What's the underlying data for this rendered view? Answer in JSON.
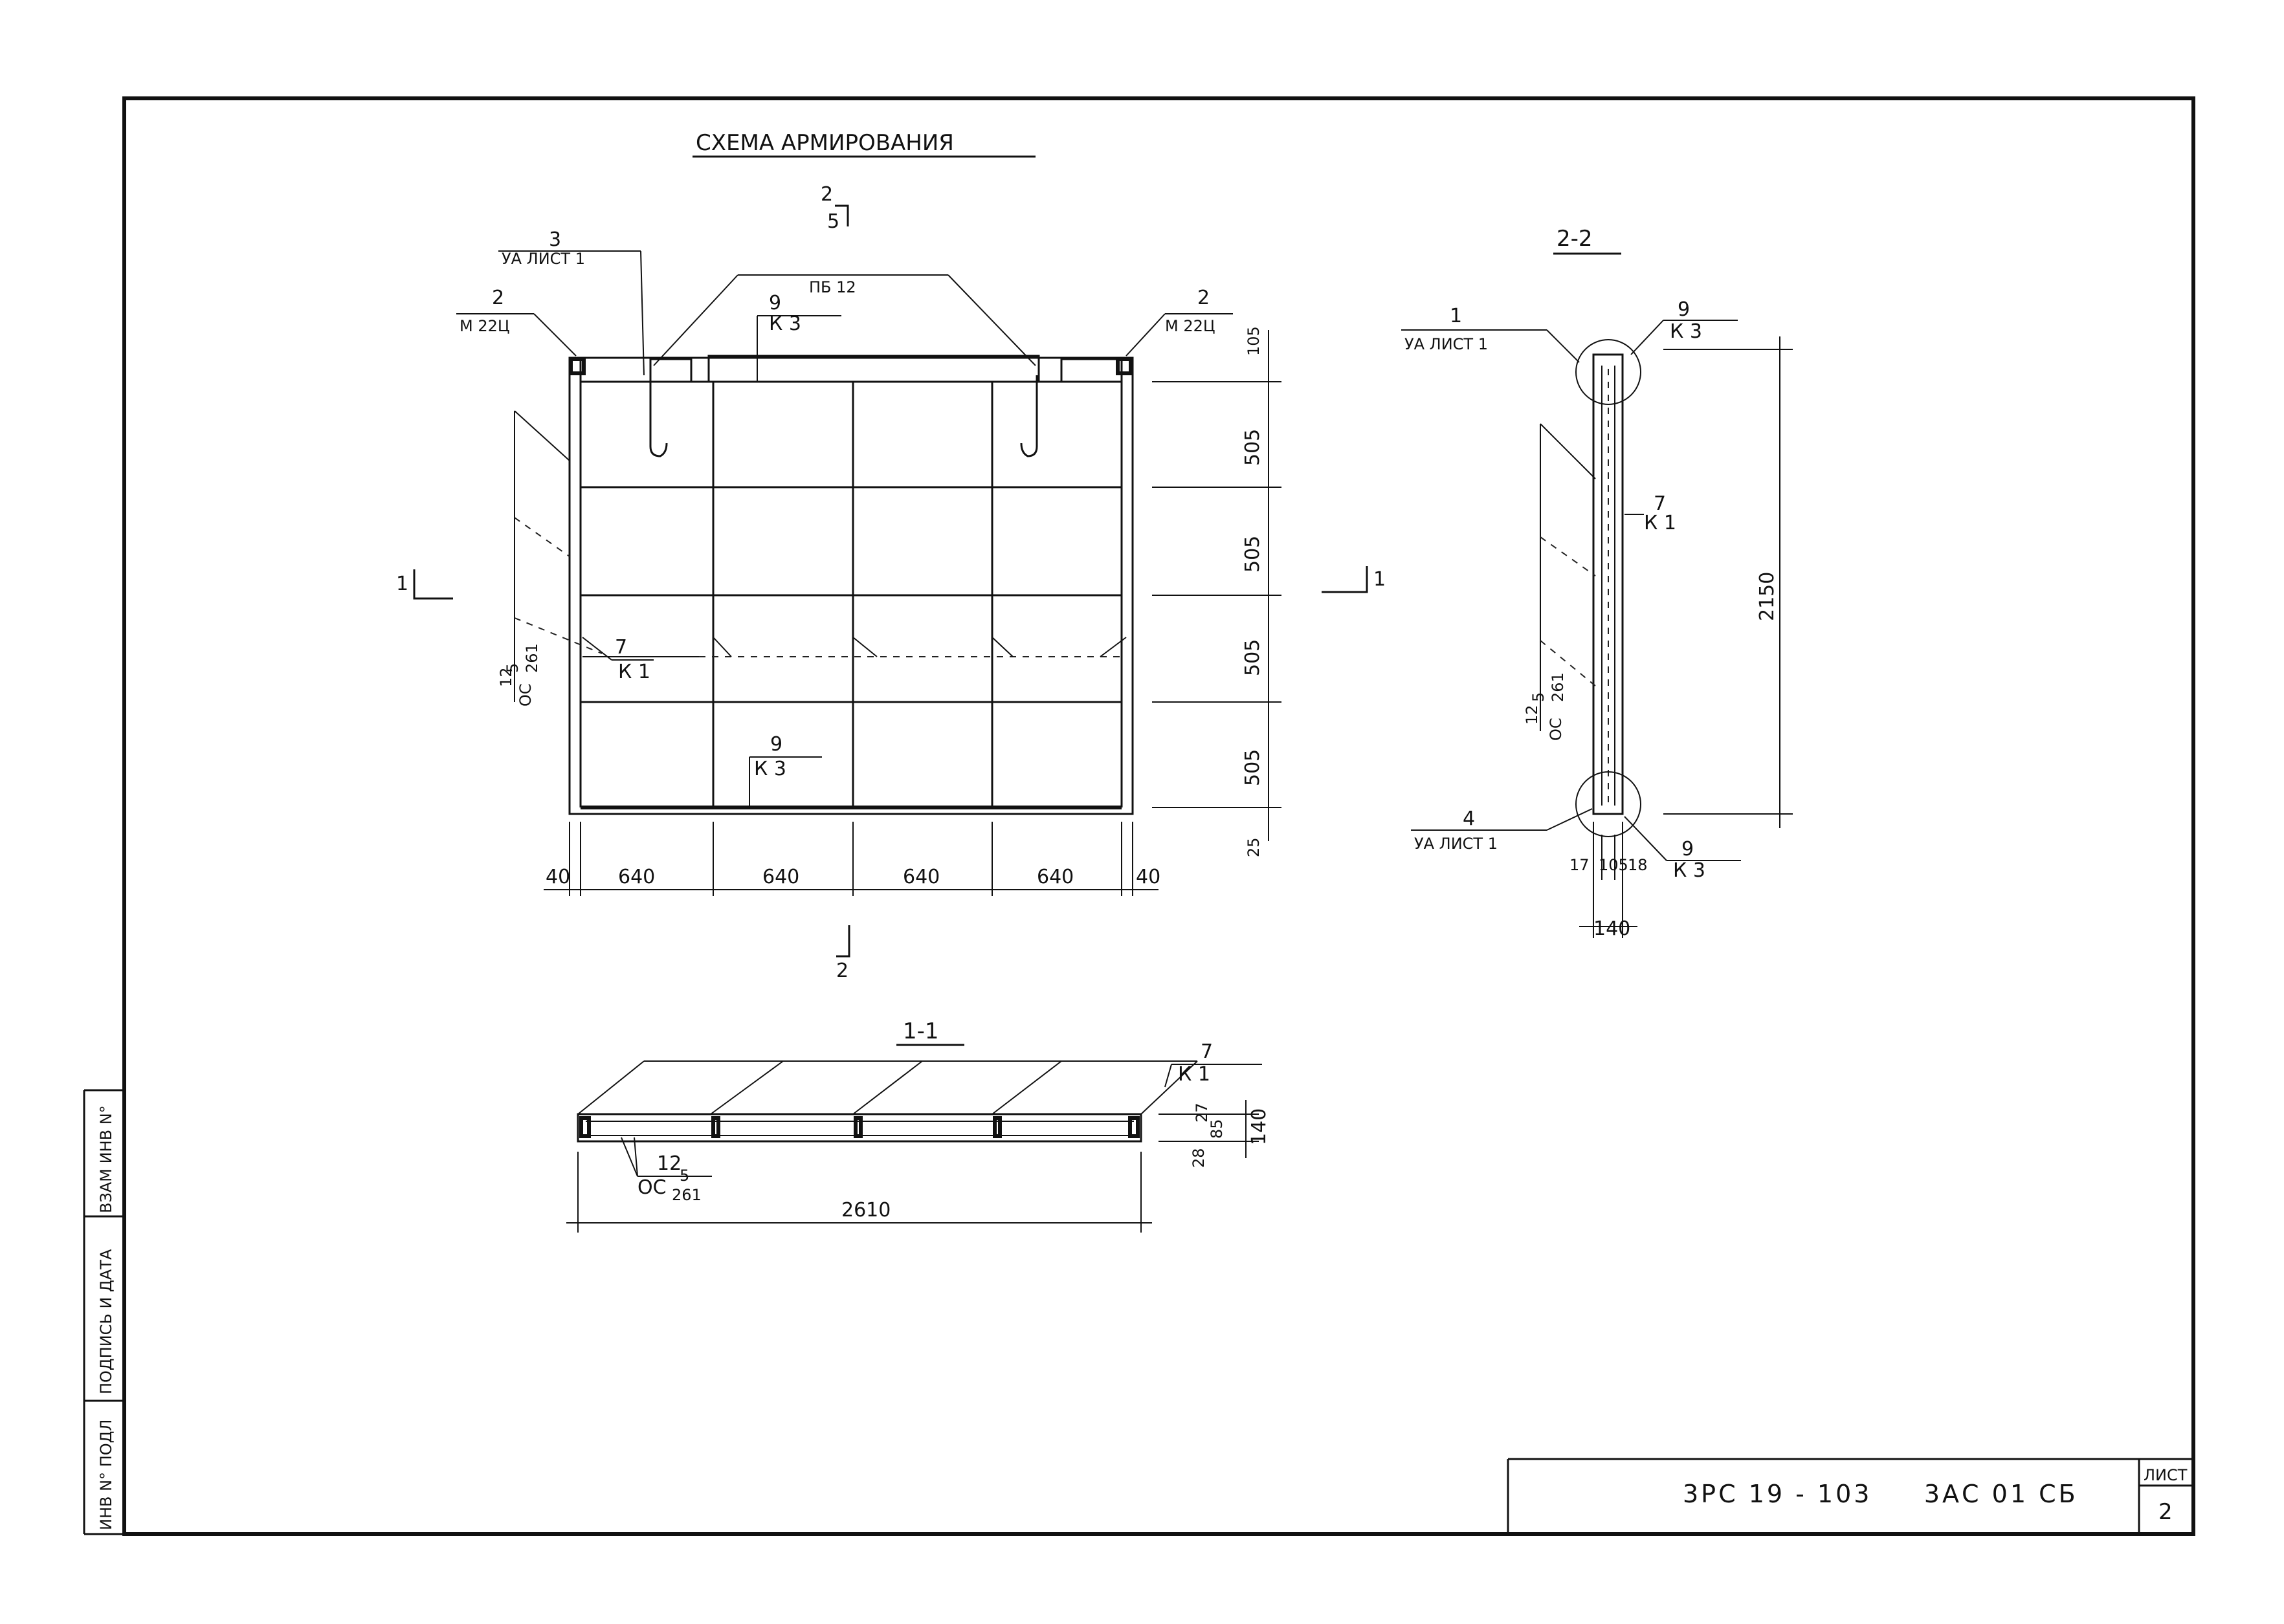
{
  "title": "СХЕМА АРМИРОВАНИЯ",
  "sections": {
    "s22": "2-2",
    "s11": "1-1",
    "cut2": "2",
    "cut1": "1"
  },
  "front": {
    "callouts": [
      {
        "num": "3",
        "ref": "УА ЛИСТ 1"
      },
      {
        "num": "5",
        "ref": "ПБ 12"
      },
      {
        "num": "2",
        "ref": "М 22Ц"
      },
      {
        "num": "2",
        "ref": "М 22Ц"
      },
      {
        "num": "9",
        "ref": "К 3"
      },
      {
        "num": "7",
        "ref": "К 1"
      },
      {
        "num": "9",
        "ref": "К 3"
      },
      {
        "num": "12",
        "ref": "ОС",
        "frac_top": "5",
        "frac_bot": "261"
      }
    ],
    "dims_h": [
      "40",
      "640",
      "640",
      "640",
      "640",
      "40"
    ],
    "dims_v": [
      "105",
      "505",
      "505",
      "505",
      "505",
      "25"
    ]
  },
  "side": {
    "callouts": [
      {
        "num": "1",
        "ref": "УА ЛИСТ 1"
      },
      {
        "num": "9",
        "ref": "К 3"
      },
      {
        "num": "7",
        "ref": "К 1"
      },
      {
        "num": "12",
        "ref": "ОС",
        "frac_top": "5",
        "frac_bot": "261"
      },
      {
        "num": "4",
        "ref": "УА ЛИСТ 1"
      },
      {
        "num": "9",
        "ref": "К 3"
      }
    ],
    "dim_height": "2150",
    "dims_bottom": [
      "17",
      "105",
      "18"
    ],
    "dim_total": "140"
  },
  "plan": {
    "callouts": [
      {
        "num": "7",
        "ref": "К 1"
      },
      {
        "num": "12",
        "ref": "ОС",
        "frac_top": "5",
        "frac_bot": "261"
      }
    ],
    "dims_v": [
      "27",
      "85",
      "28"
    ],
    "dim_total_v": "140",
    "dim_length": "2610"
  },
  "stamp": {
    "side_labels": [
      "ИНВ N° ПОДЛ",
      "ПОДПИСЬ И ДАТА",
      "ВЗАМ ИНВ N°"
    ],
    "code": "3РС 19 - 103     3АС 01 СБ",
    "sheet_label": "ЛИСТ",
    "sheet_num": "2"
  }
}
